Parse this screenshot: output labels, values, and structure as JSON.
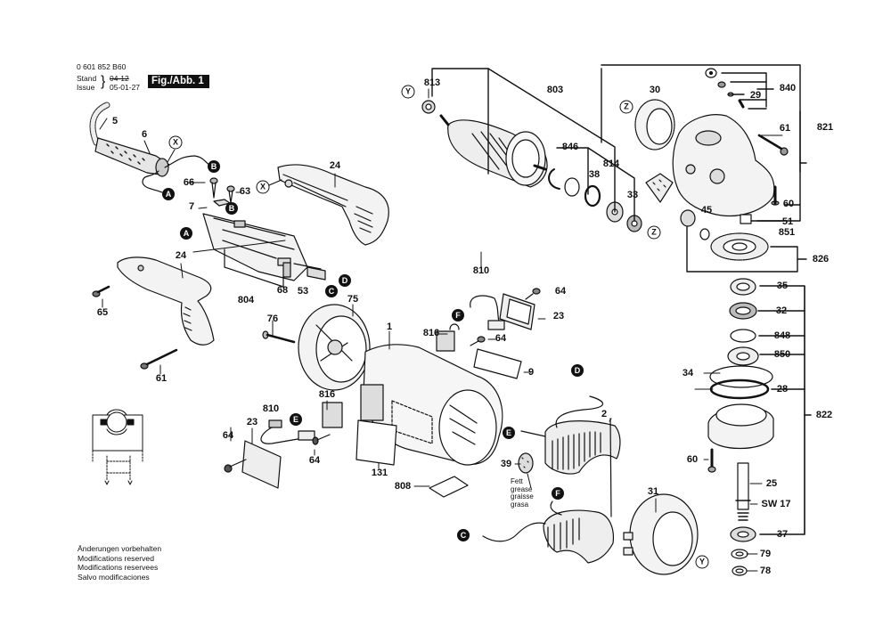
{
  "document": {
    "part_number": "0 601 852 B60",
    "stand_label": "Stand",
    "stand_value": "04-12",
    "issue_label": "Issue",
    "issue_value": "05-01-27",
    "figure_label": "Fig./Abb. 1"
  },
  "footer_notes": [
    "Änderungen vorbehalten",
    "Modifications reserved",
    "Modifications reservees",
    "Salvo modificaciones"
  ],
  "grease_note": [
    "Fett",
    "grease",
    "graisse",
    "grasa"
  ],
  "part_labels": [
    {
      "id": "5",
      "text": "5"
    },
    {
      "id": "6",
      "text": "6"
    },
    {
      "id": "66",
      "text": "66"
    },
    {
      "id": "63",
      "text": "63"
    },
    {
      "id": "7",
      "text": "7"
    },
    {
      "id": "24a",
      "text": "24"
    },
    {
      "id": "24b",
      "text": "24"
    },
    {
      "id": "804",
      "text": "804"
    },
    {
      "id": "68",
      "text": "68"
    },
    {
      "id": "53",
      "text": "53"
    },
    {
      "id": "65",
      "text": "65"
    },
    {
      "id": "61a",
      "text": "61"
    },
    {
      "id": "76",
      "text": "76"
    },
    {
      "id": "75",
      "text": "75"
    },
    {
      "id": "1",
      "text": "1"
    },
    {
      "id": "810a",
      "text": "810"
    },
    {
      "id": "64a",
      "text": "64"
    },
    {
      "id": "23a",
      "text": "23"
    },
    {
      "id": "816a",
      "text": "816"
    },
    {
      "id": "64b",
      "text": "64"
    },
    {
      "id": "9",
      "text": "9"
    },
    {
      "id": "816b",
      "text": "816"
    },
    {
      "id": "810b",
      "text": "810"
    },
    {
      "id": "23b",
      "text": "23"
    },
    {
      "id": "64c",
      "text": "64"
    },
    {
      "id": "64d",
      "text": "64"
    },
    {
      "id": "131",
      "text": "131"
    },
    {
      "id": "808",
      "text": "808"
    },
    {
      "id": "39",
      "text": "39"
    },
    {
      "id": "2",
      "text": "2"
    },
    {
      "id": "31",
      "text": "31"
    },
    {
      "id": "813",
      "text": "813"
    },
    {
      "id": "803",
      "text": "803"
    },
    {
      "id": "846",
      "text": "846"
    },
    {
      "id": "38",
      "text": "38"
    },
    {
      "id": "814",
      "text": "814"
    },
    {
      "id": "33",
      "text": "33"
    },
    {
      "id": "30",
      "text": "30"
    },
    {
      "id": "840",
      "text": "840"
    },
    {
      "id": "29",
      "text": "29"
    },
    {
      "id": "61b",
      "text": "61"
    },
    {
      "id": "821",
      "text": "821"
    },
    {
      "id": "60a",
      "text": "60"
    },
    {
      "id": "51",
      "text": "51"
    },
    {
      "id": "851",
      "text": "851"
    },
    {
      "id": "45",
      "text": "45"
    },
    {
      "id": "826",
      "text": "826"
    },
    {
      "id": "35",
      "text": "35"
    },
    {
      "id": "32",
      "text": "32"
    },
    {
      "id": "848",
      "text": "848"
    },
    {
      "id": "850",
      "text": "850"
    },
    {
      "id": "34",
      "text": "34"
    },
    {
      "id": "28",
      "text": "28"
    },
    {
      "id": "822",
      "text": "822"
    },
    {
      "id": "60b",
      "text": "60"
    },
    {
      "id": "25",
      "text": "25"
    },
    {
      "id": "sw17",
      "text": "SW 17"
    },
    {
      "id": "37",
      "text": "37"
    },
    {
      "id": "79",
      "text": "79"
    },
    {
      "id": "78",
      "text": "78"
    }
  ],
  "connector_badges": [
    {
      "id": "A1",
      "text": "A",
      "style": "filled"
    },
    {
      "id": "A2",
      "text": "A",
      "style": "filled"
    },
    {
      "id": "B1",
      "text": "B",
      "style": "filled"
    },
    {
      "id": "B2",
      "text": "B",
      "style": "filled"
    },
    {
      "id": "C1",
      "text": "C",
      "style": "filled"
    },
    {
      "id": "C2",
      "text": "C",
      "style": "filled"
    },
    {
      "id": "D1",
      "text": "D",
      "style": "filled"
    },
    {
      "id": "D2",
      "text": "D",
      "style": "filled"
    },
    {
      "id": "E1",
      "text": "E",
      "style": "filled"
    },
    {
      "id": "E2",
      "text": "E",
      "style": "filled"
    },
    {
      "id": "F1",
      "text": "F",
      "style": "filled"
    },
    {
      "id": "F2",
      "text": "F",
      "style": "filled"
    },
    {
      "id": "X1",
      "text": "X",
      "style": "open"
    },
    {
      "id": "X2",
      "text": "X",
      "style": "open"
    },
    {
      "id": "Y1",
      "text": "Y",
      "style": "open"
    },
    {
      "id": "Y2",
      "text": "Y",
      "style": "open"
    },
    {
      "id": "Z1",
      "text": "Z",
      "style": "open"
    },
    {
      "id": "Z2",
      "text": "Z",
      "style": "open"
    }
  ]
}
